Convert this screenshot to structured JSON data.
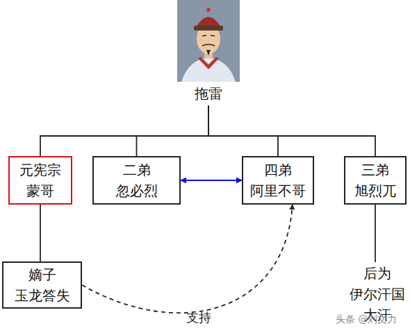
{
  "diagram": {
    "nodes": [
      {
        "text": [
          "拖雷"
        ]
      },
      {
        "text": [
          "元宪宗 蒙哥"
        ]
      },
      {
        "text": [
          "二弟 忽必烈"
        ]
      },
      {
        "text": [
          "四弟 阿里不哥"
        ]
      },
      {
        "text": [
          "三弟 旭烈兀"
        ]
      },
      {
        "text": [
          "嫡子 玉龙答失"
        ]
      },
      {
        "text": [
          "后为 伊尔汗国 大汗"
        ]
      }
    ],
    "edges": [
      {
        "from": 0,
        "to": 1,
        "arrow": "none"
      },
      {
        "from": 0,
        "to": 2,
        "arrow": "none"
      },
      {
        "from": 0,
        "to": 3,
        "arrow": "none"
      },
      {
        "from": 0,
        "to": 4,
        "arrow": "none"
      },
      {
        "from": 2,
        "to": 3,
        "arrow": "both"
      },
      {
        "from": 1,
        "to": 5,
        "arrow": "none"
      },
      {
        "from": 5,
        "to": 3,
        "label": "支持",
        "arrow": "to"
      },
      {
        "from": 4,
        "to": 6,
        "arrow": "none"
      }
    ],
    "labels": [
      "头条 @刘文力"
    ]
  }
}
